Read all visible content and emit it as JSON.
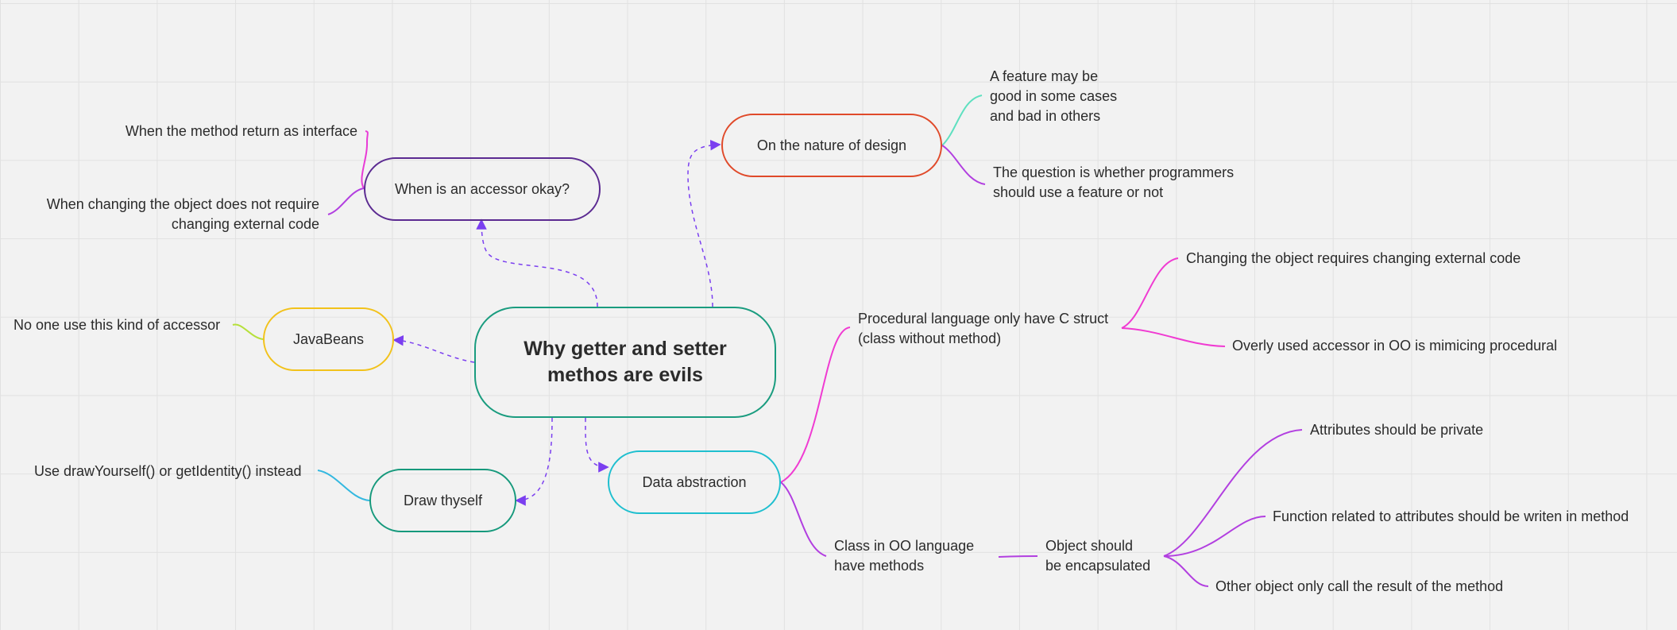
{
  "colors": {
    "teal": "#1a9c7f",
    "purple": "#5b2a91",
    "red": "#e04a2a",
    "yellow": "#f2c21b",
    "cyan": "#1fbfcf",
    "green": "#16997c",
    "magenta": "#f03bd2",
    "violet": "#b23fe0",
    "mint": "#5fe0c0",
    "lime": "#b6e03a",
    "sky": "#33b8e0",
    "pink": "#e83bd6",
    "arrow": "#7b3ff0"
  },
  "nodes": {
    "center": "Why getter and setter\nmethos are evils",
    "accessor_okay": "When is an accessor okay?",
    "nature_design": "On the nature of design",
    "javabeans": "JavaBeans",
    "draw_thyself": "Draw thyself",
    "data_abstraction": "Data abstraction"
  },
  "leaves": {
    "method_return_interface": "When the method return as interface",
    "changing_object_no_external": "When changing the object does not require\nchanging external code",
    "feature_good_bad": "A feature may be\ngood in some cases\nand bad in others",
    "question_programmers": "The question is whether programmers\nshould use a feature or not",
    "no_one_use": "No one use this kind of accessor",
    "use_drawyourself": "Use drawYourself() or getIdentity() instead",
    "procedural_language": "Procedural language only have C struct\n(class without method)",
    "changing_requires_external": "Changing the object requires changing external code",
    "overly_used_accessor": "Overly used accessor in OO is mimicing procedural",
    "class_in_oo": "Class in OO language\nhave methods",
    "object_encapsulated": "Object should\nbe encapsulated",
    "attributes_private": "Attributes should be private",
    "function_related": "Function related to attributes should be writen in method",
    "other_object_call": "Other object only call the result of the method"
  }
}
